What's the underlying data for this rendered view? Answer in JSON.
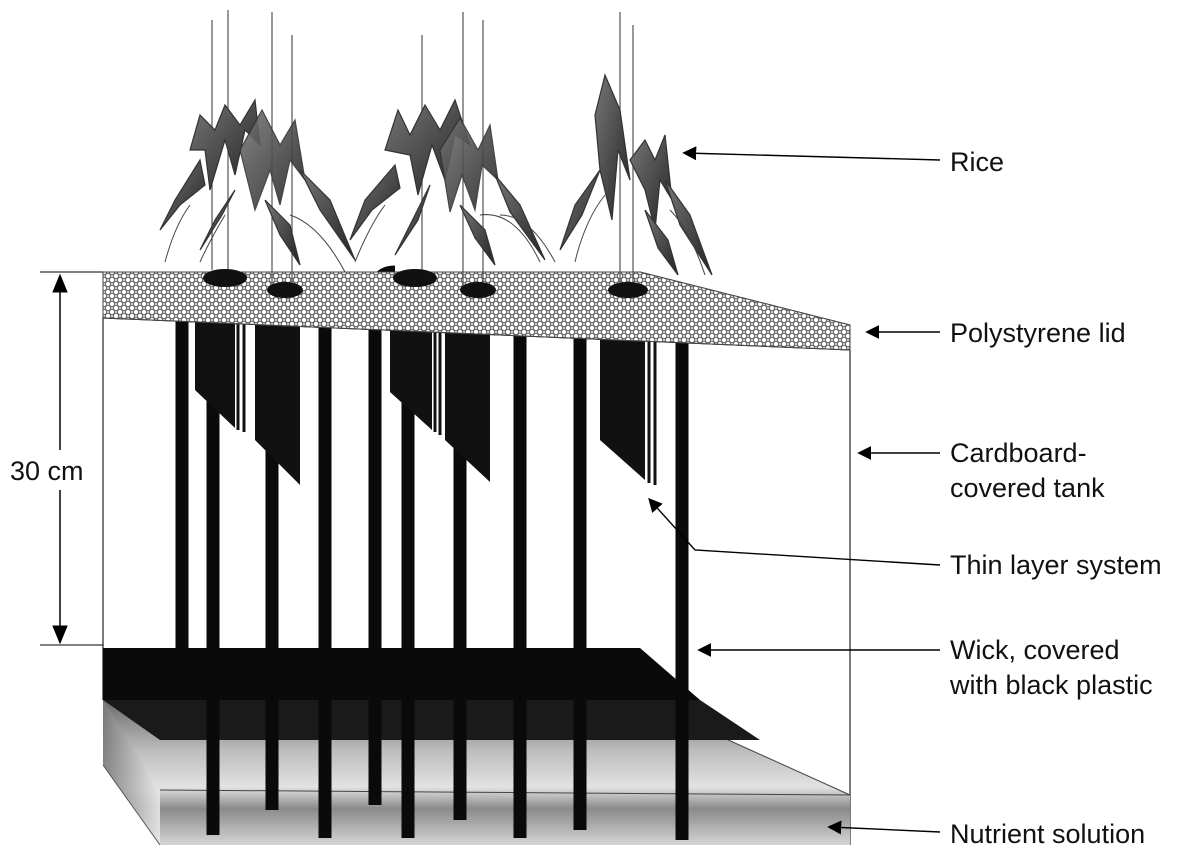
{
  "dimension": {
    "label": "30 cm"
  },
  "labels": {
    "rice": "Rice",
    "lid": "Polystyrene lid",
    "tank_line1": "Cardboard-",
    "tank_line2": "covered tank",
    "thin_layer": "Thin layer system",
    "wick_line1": "Wick, covered",
    "wick_line2": "with black plastic",
    "nutrient": "Nutrient solution"
  }
}
